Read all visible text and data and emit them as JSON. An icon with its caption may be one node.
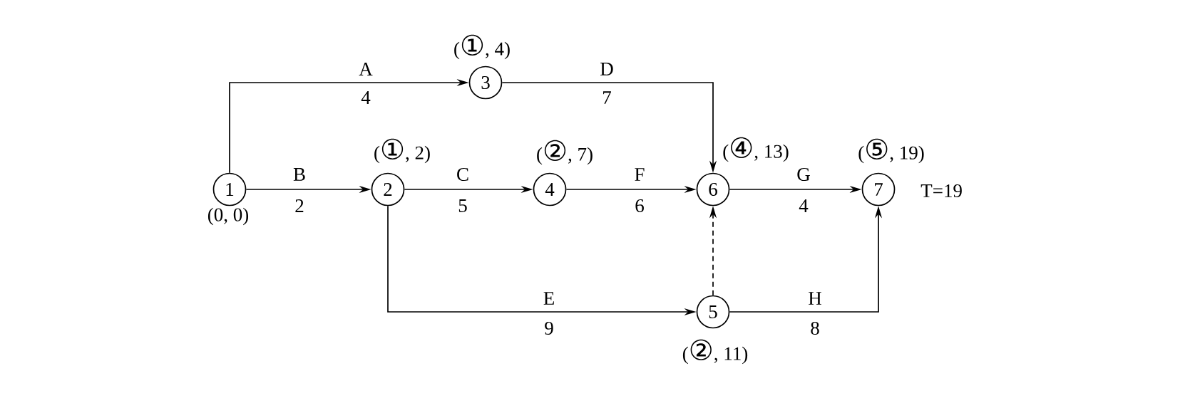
{
  "diagram": {
    "nodes": [
      {
        "text": [
          "1"
        ],
        "beside": [
          "(0, 0)"
        ]
      },
      {
        "text": [
          "2"
        ],
        "beside": [
          "(①, 2)"
        ]
      },
      {
        "text": [
          "3"
        ],
        "beside": [
          "(①, 4)"
        ]
      },
      {
        "text": [
          "4"
        ],
        "beside": [
          "(②, 7)"
        ]
      },
      {
        "text": [
          "5"
        ],
        "beside": [
          "(②, 11)"
        ]
      },
      {
        "text": [
          "6"
        ],
        "beside": [
          "(④, 13)"
        ]
      },
      {
        "text": [
          "7"
        ],
        "beside": [
          "(⑤, 19)",
          "T=19"
        ]
      }
    ],
    "edges": [
      {
        "from": 0,
        "to": 2,
        "arrow": "to",
        "label": "A"
      },
      {
        "from": 0,
        "to": 1,
        "arrow": "to",
        "label": "B"
      },
      {
        "from": 1,
        "to": 3,
        "arrow": "to",
        "label": "C"
      },
      {
        "from": 2,
        "to": 5,
        "arrow": "to",
        "label": "D"
      },
      {
        "from": 1,
        "to": 4,
        "arrow": "to",
        "label": "E"
      },
      {
        "from": 3,
        "to": 5,
        "arrow": "to",
        "label": "F"
      },
      {
        "from": 5,
        "to": 6,
        "arrow": "to",
        "label": "G"
      },
      {
        "from": 4,
        "to": 6,
        "arrow": "to",
        "label": "H"
      },
      {
        "from": 4,
        "to": 5,
        "arrow": "to",
        "style": "dashed"
      }
    ],
    "labels": [
      "4",
      "7",
      "2",
      "5",
      "6",
      "4",
      "9",
      "8"
    ]
  }
}
